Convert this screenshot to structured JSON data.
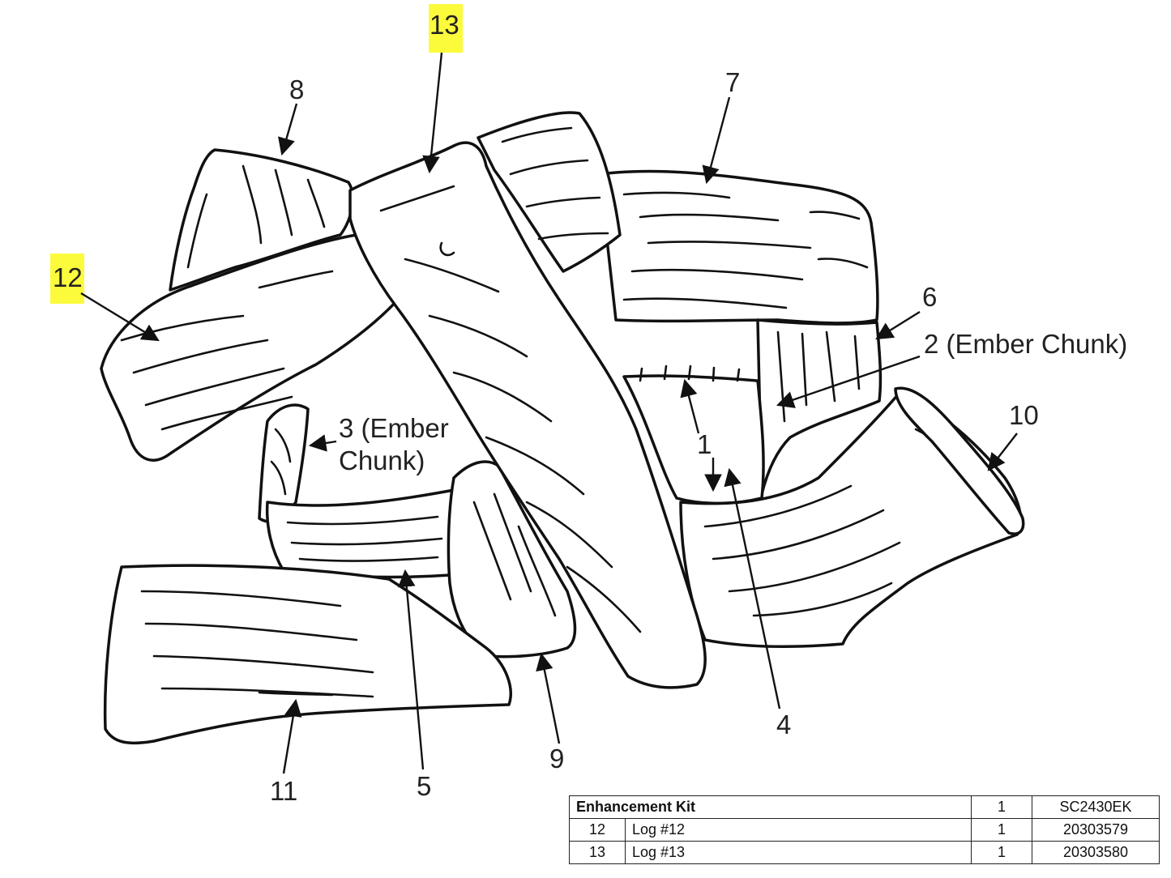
{
  "callouts": {
    "c13": "13",
    "c12": "12",
    "c8": "8",
    "c7": "7",
    "c6": "6",
    "c2": "2 (Ember Chunk)",
    "c3_line1": "3 (Ember",
    "c3_line2": "Chunk)",
    "c1": "1",
    "c10": "10",
    "c4": "4",
    "c9": "9",
    "c5": "5",
    "c11": "11"
  },
  "highlight_color": "#fbfb3c",
  "parts_table": {
    "kit_row": {
      "name": "Enhancement Kit",
      "qty": "1",
      "part_number": "SC2430EK"
    },
    "rows": [
      {
        "num": "12",
        "name": "Log #12",
        "qty": "1",
        "part_number": "20303579"
      },
      {
        "num": "13",
        "name": "Log #13",
        "qty": "1",
        "part_number": "20303580"
      }
    ]
  }
}
